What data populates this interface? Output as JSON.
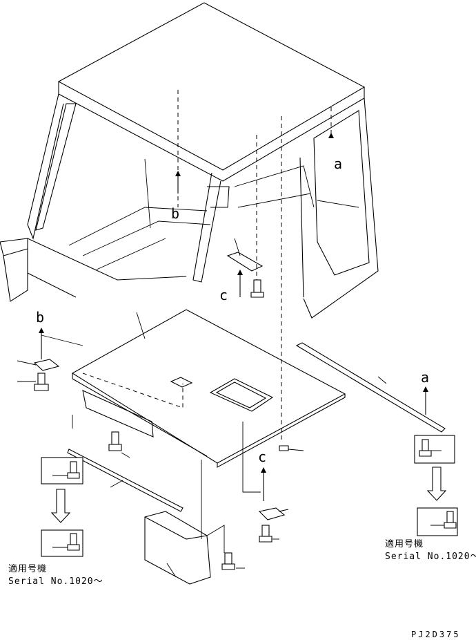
{
  "diagram": {
    "callouts": {
      "a_top": "a",
      "b_top": "b",
      "c_top": "c",
      "b_left": "b",
      "a_right": "a",
      "c_bottom": "c"
    },
    "notes": {
      "left_line1": "適用号機",
      "left_line2": "Serial No.1020～",
      "right_line1": "適用号機",
      "right_line2": "Serial No.1020～"
    },
    "drawing_code": "PJ2D375"
  }
}
